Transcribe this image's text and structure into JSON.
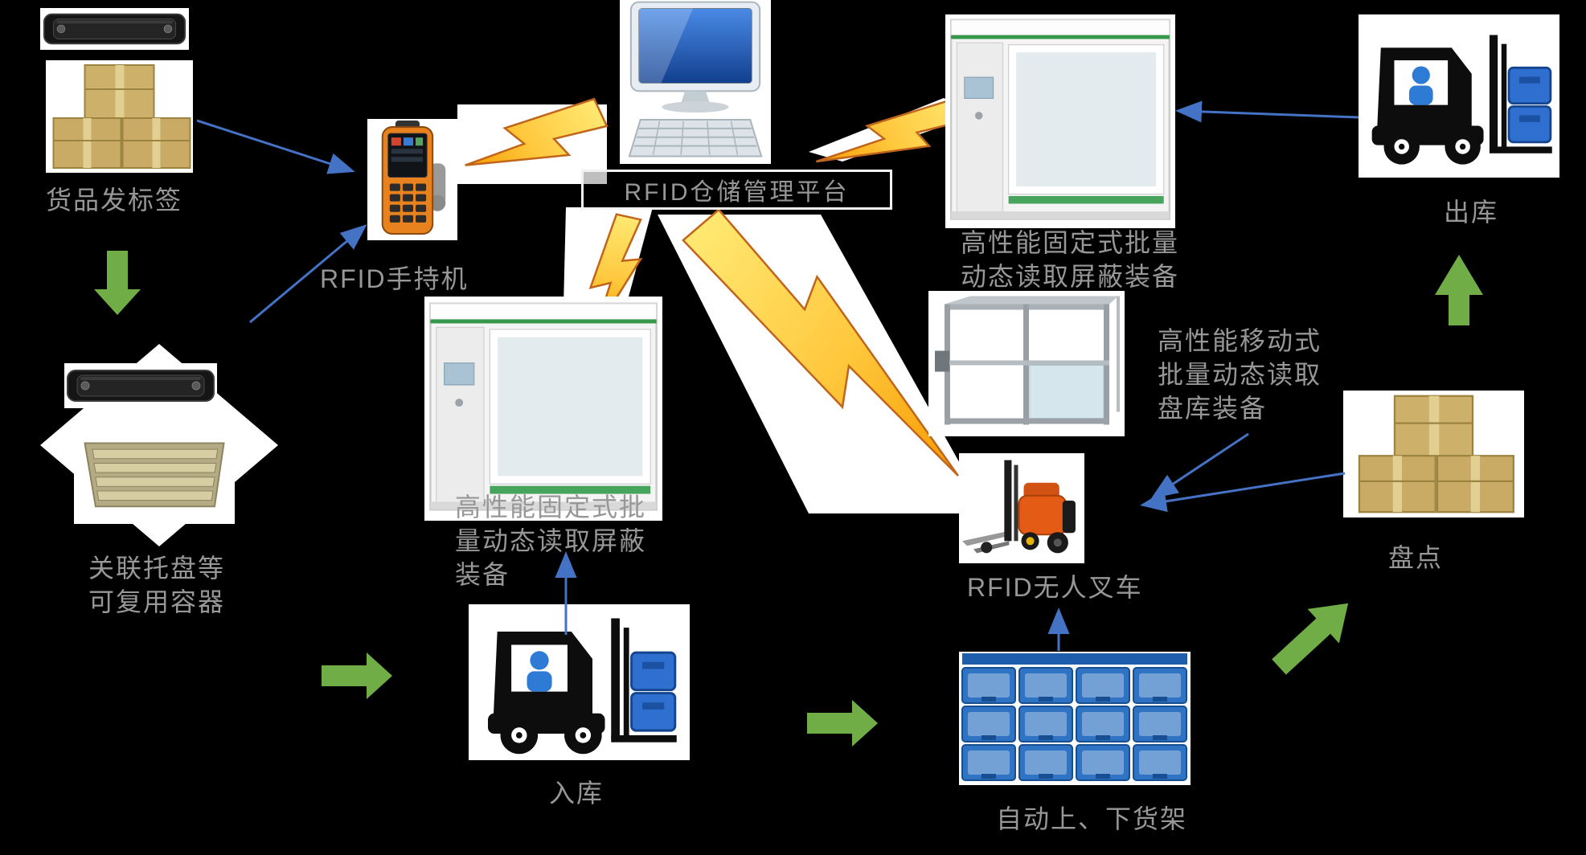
{
  "diagram": {
    "title": "RFID仓储管理平台",
    "labels": {
      "goods_tagging": "货品发标签",
      "reusable_container": "关联托盘等\n可复用容器",
      "rfid_handheld": "RFID手持机",
      "platform": "RFID仓储管理平台",
      "fixed_reader_center": "高性能固定式批\n量动态读取屏蔽\n装备",
      "fixed_reader_right": "高性能固定式批量\n动态读取屏蔽装备",
      "outbound": "出库",
      "mobile_reader": "高性能移动式\n批量动态读取\n盘库装备",
      "rfid_forklift": "RFID无人叉车",
      "stocktaking": "盘点",
      "inbound": "入库",
      "auto_shelving": "自动上、下货架"
    },
    "colors": {
      "background": "#000000",
      "flow_arrow_green": "#70AD47",
      "link_arrow_blue": "#4472C4",
      "lightning_yellow": "#FFE973",
      "lightning_orange": "#F59B00",
      "lightning_outline": "#C0651A",
      "label_gray": "#979797",
      "box_tan": "#C9AB66",
      "device_green": "#35984A",
      "forklift_blue": "#2E6FD0",
      "shelf_blue": "#2F74C4",
      "agv_orange": "#E35B15"
    },
    "icons": {
      "rfid_tag": "rfid-tag-icon",
      "cardboard_boxes": "boxes-icon",
      "pallet_tray": "pallet-tray-icon",
      "handheld_reader": "handheld-reader-icon",
      "management_computer": "computer-icon",
      "shield_reader_device": "shield-device-icon",
      "mobile_frame_device": "frame-device-icon",
      "forklift": "forklift-icon",
      "agv_forklift": "agv-forklift-icon",
      "shelf_rack": "shelf-rack-icon",
      "lightning_bolt": "lightning-icon",
      "green_flow_arrow": "flow-arrow-icon",
      "blue_link_arrow": "link-arrow-icon"
    }
  }
}
